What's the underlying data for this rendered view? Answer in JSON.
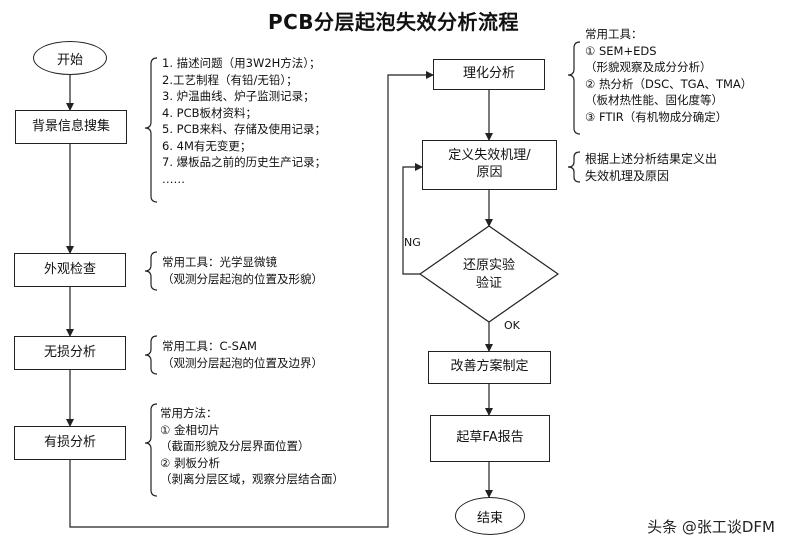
{
  "title": "PCB分层起泡失效分析流程",
  "nodes": {
    "start": "开始",
    "background": "背景信息搜集",
    "visual": "外观检查",
    "nondestructive": "无损分析",
    "destructive": "有损分析",
    "physchem": "理化分析",
    "define": "定义失效机理/\n原因",
    "verify": "还原实验\n验证",
    "improve": "改善方案制定",
    "report": "起草FA报告",
    "end": "结束"
  },
  "edge_labels": {
    "ng": "NG",
    "ok": "OK"
  },
  "notes": {
    "background": "1. 描述问题（用3W2H方法）；\n2.工艺制程（有铅/无铅）；\n3. 炉温曲线、炉子监测记录；\n4. PCB板材资料；\n5. PCB来料、存储及使用记录；\n6. 4M有无变更；\n7. 爆板品之前的历史生产记录；\n……",
    "visual": "常用工具：光学显微镜\n（观测分层起泡的位置及形貌）",
    "nondestructive": "常用工具：C-SAM\n（观测分层起泡的位置及边界）",
    "destructive": "常用方法：\n① 金相切片\n（截面形貌及分层界面位置）\n② 剥板分析\n（剥离分层区域，观察分层结合面）",
    "physchem": "常用工具：\n① SEM+EDS\n（形貌观察及成分分析）\n② 热分析（DSC、TGA、TMA）\n（板材热性能、固化度等）\n③ FTIR（有机物成分确定）",
    "define": "根据上述分析结果定义出\n失效机理及原因"
  },
  "watermark": "头条 @张工谈DFM"
}
